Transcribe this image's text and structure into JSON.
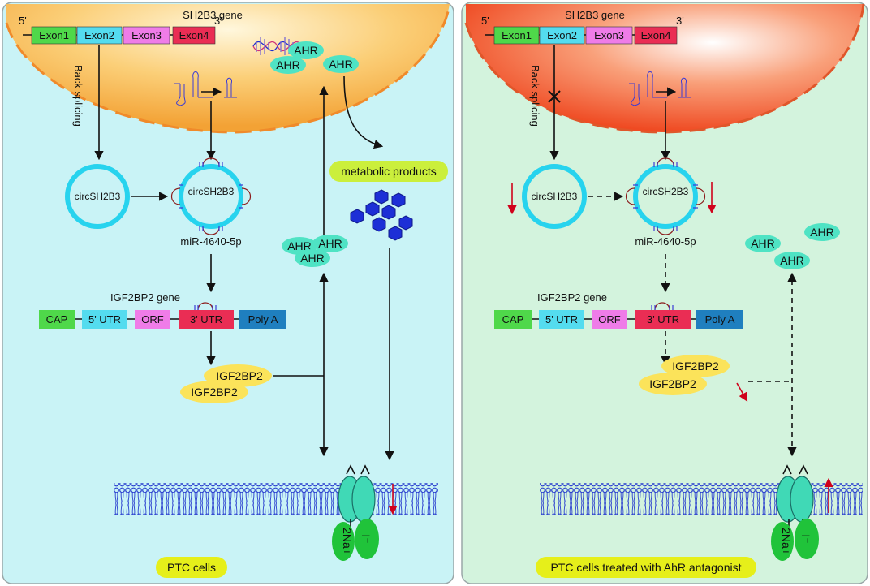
{
  "left_panel": {
    "gene_title": "SH2B3 gene",
    "prime5": "5'",
    "prime3": "3'",
    "exons": [
      "Exon1",
      "Exon2",
      "Exon3",
      "Exon4"
    ],
    "back_splicing": "Back splicing",
    "circ_label": "circSH2B3",
    "circ_bound_label": "circSH2B3",
    "mirna": "miR-4640-5p",
    "igf_gene_title": "IGF2BP2 gene",
    "gene_parts": [
      "CAP",
      "5' UTR",
      "ORF",
      "3' UTR",
      "Poly A"
    ],
    "protein": "IGF2BP2",
    "ahr": "AHR",
    "metabolic": "metabolic products",
    "sodium": "2Na+",
    "iodide": "I⁻",
    "caption": "PTC cells"
  },
  "right_panel": {
    "gene_title": "SH2B3 gene",
    "prime5": "5'",
    "prime3": "3'",
    "exons": [
      "Exon1",
      "Exon2",
      "Exon3",
      "Exon4"
    ],
    "back_splicing": "Back splicing",
    "circ_label": "circSH2B3",
    "circ_bound_label": "circSH2B3",
    "mirna": "miR-4640-5p",
    "igf_gene_title": "IGF2BP2 gene",
    "gene_parts": [
      "CAP",
      "5' UTR",
      "ORF",
      "3' UTR",
      "Poly A"
    ],
    "protein": "IGF2BP2",
    "ahr": "AHR",
    "sodium": "2Na+",
    "iodide": "I⁻",
    "caption": "PTC cells treated with AhR antagonist"
  },
  "colors": {
    "left_bg": "#c9f3f6",
    "right_bg": "#d3f3dd",
    "nucleus_left": "#f6b54a",
    "nucleus_right": "#f25a2c",
    "exon1": "#4fd84a",
    "exon2": "#54dcef",
    "exon3": "#ef7ce8",
    "exon4": "#ea2d54",
    "cap": "#4fd84a",
    "utr5": "#54dcef",
    "orf": "#ef7ce8",
    "utr3": "#ea2d54",
    "polya": "#1f7fbf",
    "circ": "#27d3ee",
    "ahr": "#4fe3c4",
    "igf2bp2": "#fbe35a",
    "caption_bg": "#e6ef1a",
    "metabolite": "#1d2fd6",
    "sodium_iodide": "#20c33a",
    "arrow_red": "#d0021b"
  }
}
